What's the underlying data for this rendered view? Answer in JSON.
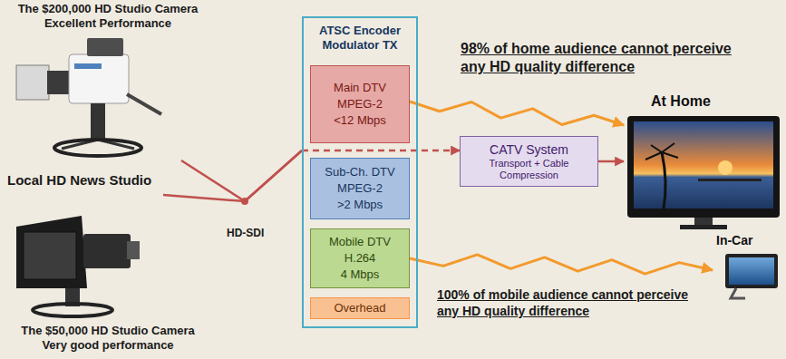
{
  "diagram": {
    "nodes": [
      {
        "text": [
          "ATSC Encoder Modulator TX"
        ]
      },
      {
        "text": [
          "Main DTV",
          "MPEG-2",
          "<12 Mbps"
        ],
        "in": 0
      },
      {
        "text": [
          "Sub-Ch. DTV",
          "MPEG-2",
          ">2 Mbps"
        ],
        "in": 0
      },
      {
        "text": [
          "Mobile DTV",
          "H.264",
          "4 Mbps"
        ],
        "in": 0
      },
      {
        "text": [
          "Overhead"
        ],
        "in": 0
      },
      {
        "text": [
          "CATV System",
          "Transport + Cable Compression"
        ]
      },
      {
        "text": [
          "At Home"
        ]
      },
      {
        "text": [
          "In-Car"
        ]
      },
      {
        "text": [
          "The $200,000 HD Studio Camera",
          "Excellent Performance"
        ]
      },
      {
        "text": [
          "The $50,000 HD Studio Camera",
          "Very good performance"
        ]
      }
    ],
    "edges": [
      {
        "from": 8,
        "to": 0,
        "arrow": "none"
      },
      {
        "from": 9,
        "to": 0,
        "arrow": "none"
      },
      {
        "from": 0,
        "to": 5,
        "arrow": "to"
      },
      {
        "from": 1,
        "to": 6,
        "arrow": "to"
      },
      {
        "from": 5,
        "to": 6,
        "arrow": "to"
      },
      {
        "from": 3,
        "to": 7,
        "arrow": "to"
      }
    ],
    "labels": [
      "Local HD News Studio",
      "HD-SDI",
      "98% of home audience cannot perceive any HD quality difference",
      "100% of mobile audience cannot perceive any HD quality difference"
    ]
  }
}
